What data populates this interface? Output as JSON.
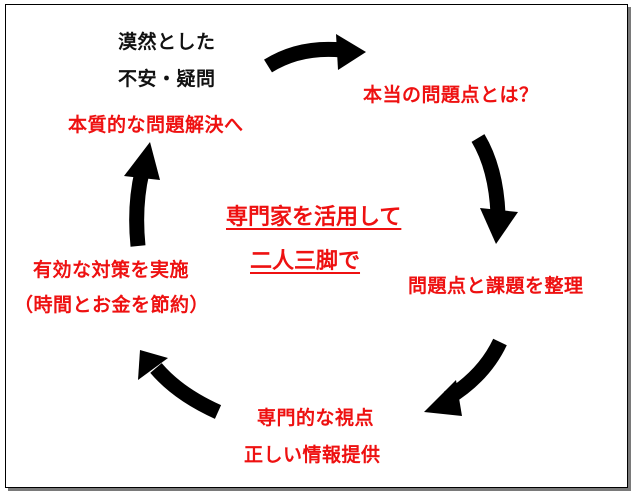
{
  "steps": {
    "start_line1": "漠然とした",
    "start_line2": "不安・疑問",
    "start_line3": "本質的な問題解決へ",
    "step1": "本当の問題点とは？",
    "step2": "問題点と課題を整理",
    "step3_line1": "専門的な視点",
    "step3_line2": "正しい情報提供",
    "step4_line1": "有効な対策を実施",
    "step4_line2": "（時間とお金を節約）"
  },
  "center": {
    "line1": "専門家を活用して",
    "line2": "二人三脚で"
  },
  "colors": {
    "emphasis": "#ee1111",
    "text": "#111111",
    "arrow": "#000000"
  }
}
